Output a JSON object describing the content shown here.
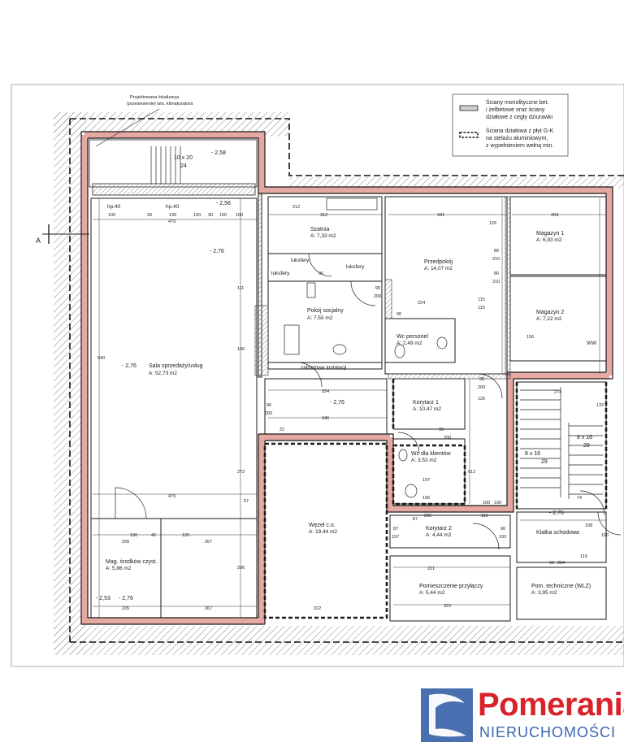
{
  "annotation": {
    "line1": "Projektowana lokalizacja",
    "line2": "(przesiesienie) istn. klimatyzatora"
  },
  "legend": {
    "item1_line1": "Ściany monolityczne bet.",
    "item1_line2": "i żelbetowe oraz ściany",
    "item1_line3": "działowe z cegły dziurawki",
    "item2_line1": "Ściana działowa z płyt G-K",
    "item2_line2": "na stelażu aluminiowym,",
    "item2_line3": "z wypełnieniem wełną min."
  },
  "section_marker": "A",
  "rooms": [
    {
      "name": "Sala sprzedaży/usług",
      "area": "A: 52,73 m2"
    },
    {
      "name": "Szatnia",
      "area": "A: 7,33 m2"
    },
    {
      "name": "Pokój socjalny",
      "area": "A: 7,55 m2"
    },
    {
      "name": "Przedpokój",
      "area": "A: 14,07 m2"
    },
    {
      "name": "Wc personel",
      "area": "A: 2,49 m2"
    },
    {
      "name": "Magazyn 1",
      "area": "A: 6,93 m2"
    },
    {
      "name": "Magazyn 2",
      "area": "A: 7,22 m2"
    },
    {
      "name": "Korytarz 1",
      "area": "A: 10,47 m2"
    },
    {
      "name": "Wc dla klientów",
      "area": "A: 3,53 m2"
    },
    {
      "name": "Węzeł c.o.",
      "area": "A: 19,44 m2"
    },
    {
      "name": "Korytarz 2",
      "area": "A: 4,44 m2"
    },
    {
      "name": "Klatka schodowa",
      "area": ""
    },
    {
      "name": "Mag. środków czyst.",
      "area": "A: 5,86 m2"
    },
    {
      "name": "Pomieszczenie przyłączy",
      "area": "A: 5,44 m2"
    },
    {
      "name": "Pom. techniczne (WLZ)",
      "area": "A: 3,95 m2"
    }
  ],
  "labels": {
    "zabudowa": "zabudowa instalacji",
    "luksfery1": "luksfery",
    "luksfery2": "luksfery",
    "luksfery3": "luksfery",
    "hp1": "hp.40",
    "hp2": "hp.40",
    "opening1": "10 x 20",
    "opening1b": "24",
    "stairs1": "8 x 16",
    "stairs1b": "29",
    "stairs2": "8 x 16",
    "stairs2b": "29",
    "ww": "WW"
  },
  "levels": [
    "- 2,58",
    "- 2,56",
    "- 2,76",
    "- 2,76",
    "- 2,76",
    "- 2,76",
    "- 2,53",
    "- 2,76"
  ],
  "dims": [
    "479",
    "195",
    "100",
    "30",
    "100",
    "30",
    "100",
    "100",
    "940",
    "111",
    "272",
    "190",
    "286",
    "479",
    "205",
    "100",
    "42",
    "120",
    "267",
    "57",
    "205",
    "267",
    "90",
    "200",
    "334",
    "346",
    "312",
    "341",
    "304",
    "126",
    "224",
    "115",
    "115",
    "80",
    "210",
    "80",
    "210",
    "156",
    "274",
    "132",
    "90",
    "200",
    "126",
    "87",
    "197",
    "206",
    "116",
    "221",
    "322",
    "322",
    "87",
    "90",
    "193",
    "60",
    "204",
    "74",
    "119",
    "108",
    "100",
    "90",
    "200",
    "196",
    "197",
    "90",
    "200",
    "22",
    "90",
    "90",
    "612",
    "100",
    "100",
    "212"
  ],
  "logo": {
    "name": "Pomerania",
    "sub": "NIERUCHOMOŚCI",
    "red": "#d8232a",
    "blue": "#3a66b0"
  },
  "colors": {
    "wall_red": "#e8a9a4",
    "hatch": "#888888",
    "line": "#1a1a1a"
  }
}
